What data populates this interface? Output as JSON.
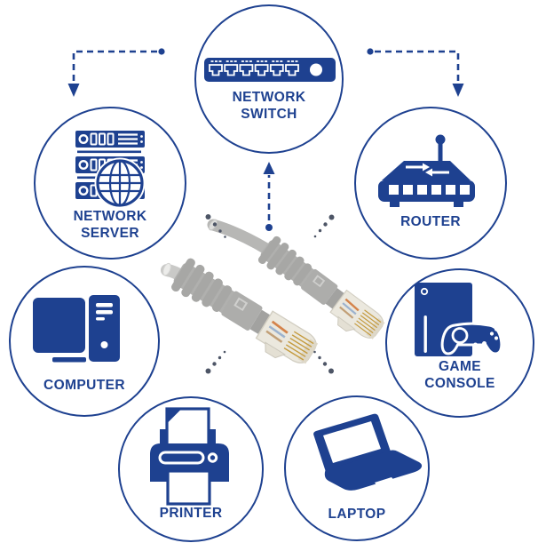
{
  "diagram": {
    "title_present": false,
    "palette": {
      "accent_blue": "#1e4190",
      "dot_gray": "#4d5566",
      "cable_gray": "#b7b7b5",
      "plug_clear": "#ebe8de",
      "pin_gold": "#c49b3f",
      "background": "#ffffff"
    },
    "center_object": "gray UTP ethernet patch cable with two RJ45 connectors",
    "nodes": {
      "network_switch": {
        "label": "NETWORK\nSWITCH"
      },
      "network_server": {
        "label": "NETWORK\nSERVER"
      },
      "router": {
        "label": "ROUTER"
      },
      "computer": {
        "label": "COMPUTER"
      },
      "game_console": {
        "label": "GAME\nCONSOLE"
      },
      "printer": {
        "label": "PRINTER"
      },
      "laptop": {
        "label": "LAPTOP"
      }
    }
  }
}
